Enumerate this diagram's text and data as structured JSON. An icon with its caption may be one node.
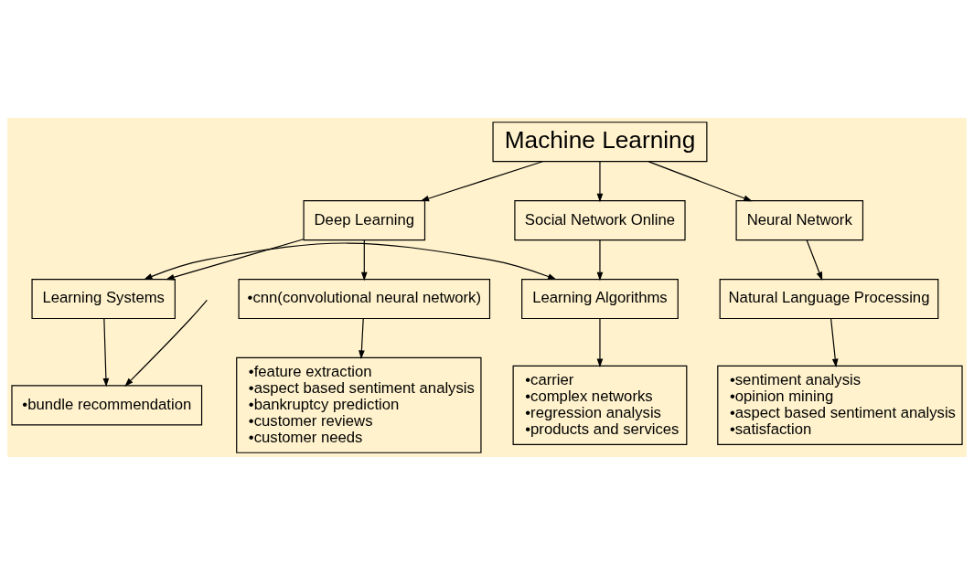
{
  "diagram": {
    "nodes": [
      {
        "text": [
          "Machine Learning"
        ]
      },
      {
        "text": [
          "Deep Learning"
        ]
      },
      {
        "text": [
          "Social Network Online"
        ]
      },
      {
        "text": [
          "Neural Network"
        ]
      },
      {
        "text": [
          "Learning Systems"
        ]
      },
      {
        "text": [
          "Learning Algorithms"
        ]
      },
      {
        "text": [
          "Natural Language Processing"
        ]
      },
      {
        "text": [
          "•cnn(convolutional neural network)"
        ]
      },
      {
        "text": [
          "•bundle recommendation"
        ]
      },
      {
        "text": [
          "•carrier",
          "•complex networks",
          "•regression analysis",
          "•products and services"
        ]
      },
      {
        "text": [
          "•sentiment analysis",
          "•opinion mining",
          "•aspect based sentiment analysis",
          "•satisfaction"
        ]
      },
      {
        "text": [
          "•feature extraction",
          "•aspect based sentiment analysis",
          "•bankruptcy prediction",
          "•customer reviews",
          "•customer needs"
        ]
      }
    ],
    "edges": [
      {
        "from": 0,
        "to": 1,
        "arrow": "to"
      },
      {
        "from": 0,
        "to": 2,
        "arrow": "to"
      },
      {
        "from": 0,
        "to": 3,
        "arrow": "to"
      },
      {
        "from": 1,
        "to": 4,
        "arrow": "to"
      },
      {
        "from": 1,
        "to": 7,
        "arrow": "to"
      },
      {
        "from": 2,
        "to": 5,
        "arrow": "to"
      },
      {
        "from": 3,
        "to": 6,
        "arrow": "to"
      },
      {
        "from": 4,
        "to": 5,
        "arrow": "both"
      },
      {
        "from": 4,
        "to": 8,
        "arrow": "to"
      },
      {
        "from": null,
        "to": 8,
        "arrow": "to"
      },
      {
        "from": 5,
        "to": 9,
        "arrow": "to"
      },
      {
        "from": 6,
        "to": 10,
        "arrow": "to"
      },
      {
        "from": 7,
        "to": 11,
        "arrow": "to"
      }
    ]
  }
}
